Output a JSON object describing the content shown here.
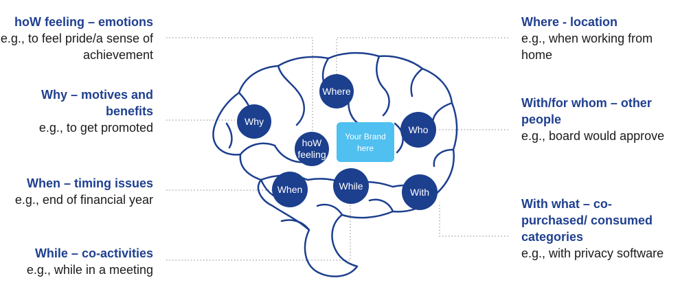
{
  "colors": {
    "accent": "#1f3f8f",
    "node": "#1c3f8e",
    "brand": "#4fc0f0",
    "outline": "#1c3f8e",
    "leader": "#9a9a9a"
  },
  "left_labels": [
    {
      "head": "hoW feeling – emotions",
      "example": "e.g., to feel pride/a sense of achievement"
    },
    {
      "head": "Why – motives and benefits",
      "example": "e.g., to get promoted"
    },
    {
      "head": "When – timing issues",
      "example": "e.g., end of financial year"
    },
    {
      "head": "While – co-activities",
      "example": "e.g., while in a meeting"
    }
  ],
  "right_labels": [
    {
      "head": "Where - location",
      "example": "e.g., when working from home"
    },
    {
      "head": "With/for whom – other people",
      "example": "e.g., board would approve"
    },
    {
      "head": "With what – co-purchased/ consumed categories",
      "example": "e.g., with privacy software"
    }
  ],
  "brain_nodes": {
    "where": "Where",
    "why": "Why",
    "how_line1": "hoW",
    "how_line2": "feeling",
    "who": "Who",
    "when": "When",
    "while": "While",
    "with": "With"
  },
  "brand_box": {
    "line1": "Your Brand",
    "line2": "here"
  }
}
